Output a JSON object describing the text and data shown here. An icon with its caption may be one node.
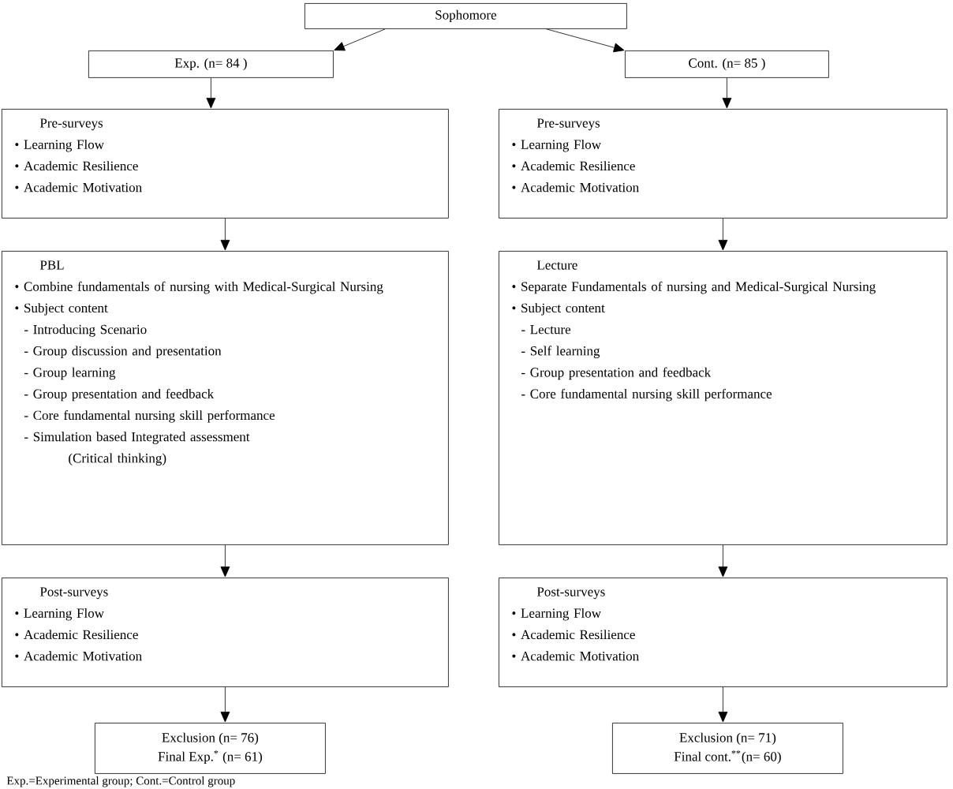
{
  "diagram": {
    "nodes": [
      {
        "text": [
          "Sophomore"
        ]
      },
      {
        "text": [
          "Exp. (n= 84 )"
        ]
      },
      {
        "text": [
          "Cont. (n= 85 )"
        ]
      },
      {
        "text": [
          "Pre-surveys",
          "• Learning Flow",
          "• Academic Resilience",
          "• Academic Motivation"
        ]
      },
      {
        "text": [
          "Pre-surveys",
          "• Learning Flow",
          "• Academic Resilience",
          "• Academic Motivation"
        ]
      },
      {
        "text": [
          "PBL",
          "• Combine fundamentals of nursing with Medical-Surgical Nursing",
          "• Subject content",
          "- Introducing Scenario",
          "- Group discussion and presentation",
          "- Group learning",
          "- Group presentation and feedback",
          "- Core fundamental nursing skill performance",
          "- Simulation based Integrated assessment",
          "(Critical thinking)"
        ]
      },
      {
        "text": [
          "Lecture",
          "• Separate Fundamentals of nursing and Medical-Surgical Nursing",
          "• Subject content",
          "- Lecture",
          "- Self learning",
          "- Group presentation and feedback",
          "- Core fundamental nursing skill performance"
        ]
      },
      {
        "text": [
          "Post-surveys",
          "• Learning Flow",
          "• Academic Resilience",
          "• Academic Motivation"
        ]
      },
      {
        "text": [
          "Post-surveys",
          "• Learning Flow",
          "• Academic Resilience",
          "• Academic Motivation"
        ]
      },
      {
        "text": [
          "Exclusion (n= 76)",
          "Final Exp.$^{*}$ (n= 61)"
        ]
      },
      {
        "text": [
          "Exclusion (n= 71)",
          "Final cont.$^{**}$(n= 60)"
        ]
      }
    ],
    "edges": [
      {
        "from": 0,
        "to": 1,
        "arrow": "to"
      },
      {
        "from": 0,
        "to": 2,
        "arrow": "to"
      },
      {
        "from": 1,
        "to": 3,
        "arrow": "to"
      },
      {
        "from": 2,
        "to": 4,
        "arrow": "to"
      },
      {
        "from": 3,
        "to": 5,
        "arrow": "to"
      },
      {
        "from": 4,
        "to": 6,
        "arrow": "to"
      },
      {
        "from": 5,
        "to": 7,
        "arrow": "to"
      },
      {
        "from": 6,
        "to": 8,
        "arrow": "to"
      },
      {
        "from": 7,
        "to": 9,
        "arrow": "to"
      },
      {
        "from": 8,
        "to": 10,
        "arrow": "to"
      }
    ],
    "labels": [
      "Exp.=Experimental group; Cont.=Control group"
    ]
  }
}
